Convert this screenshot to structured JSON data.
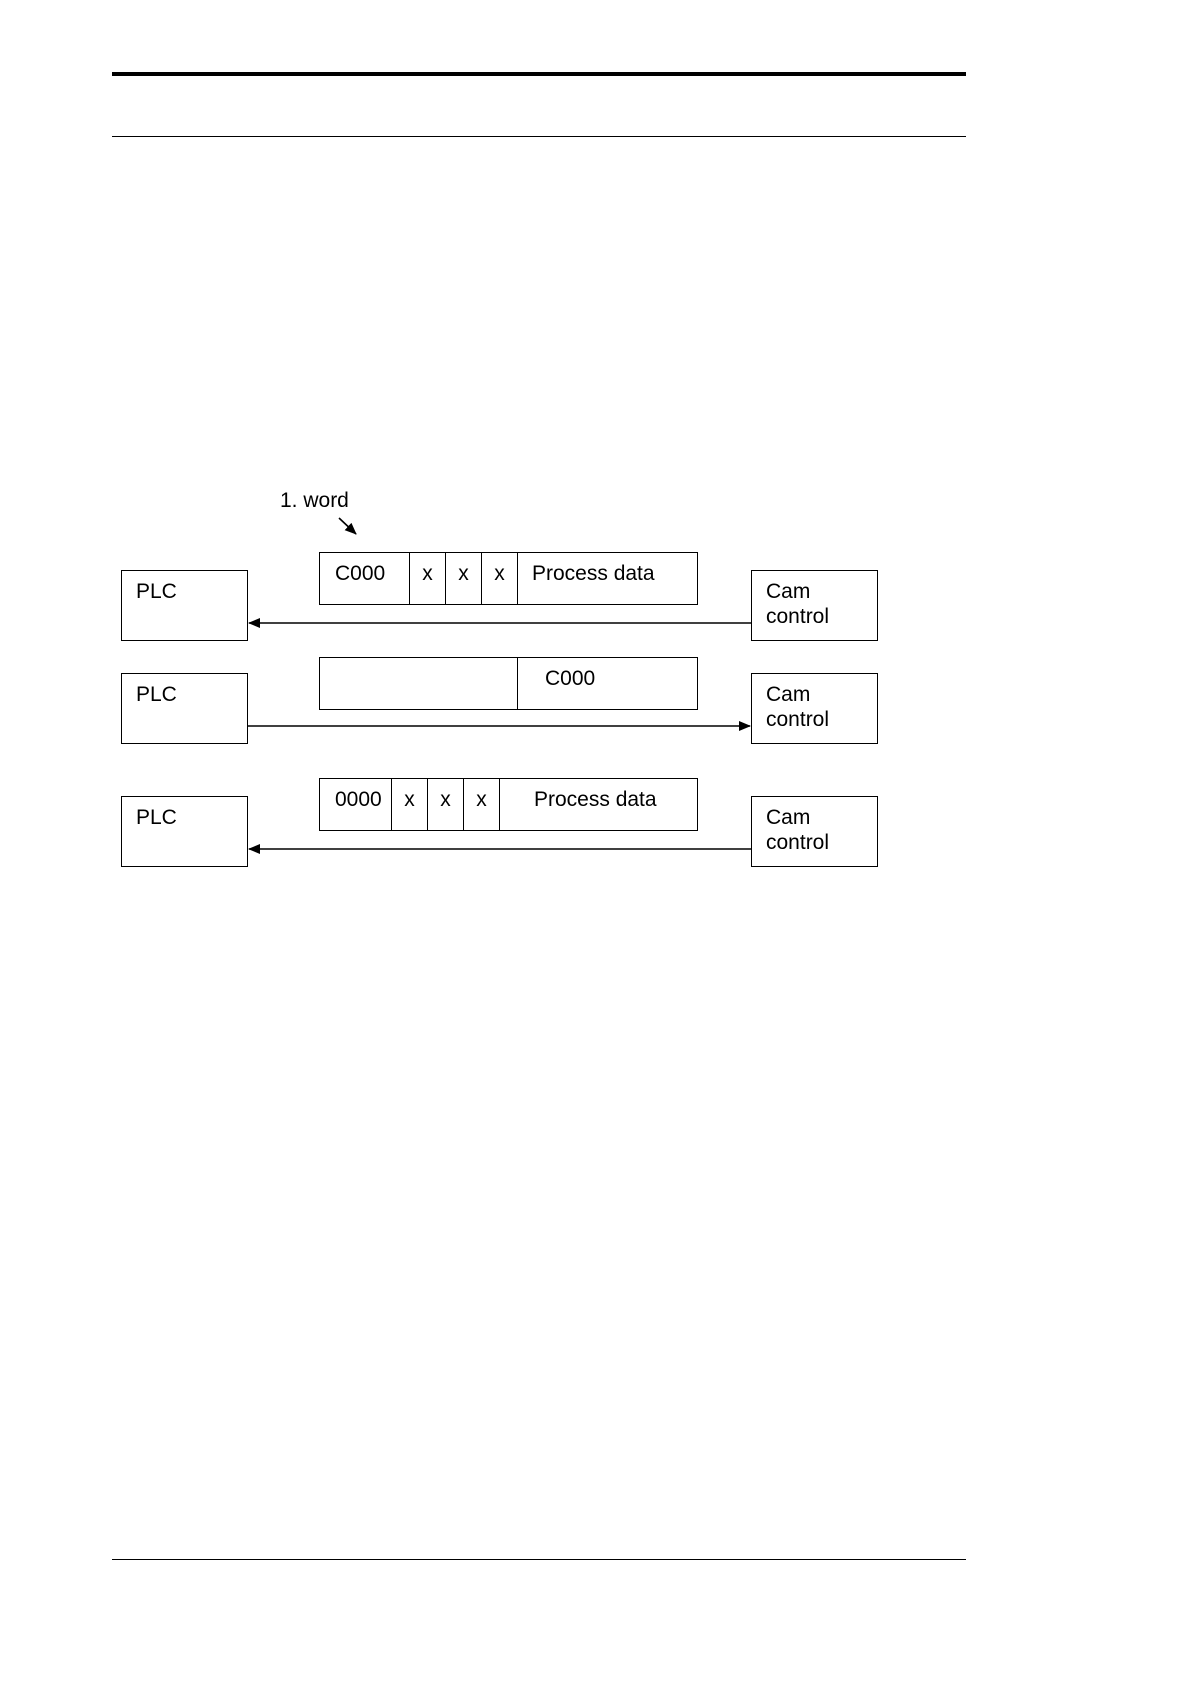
{
  "diagram": {
    "word_label": "1. word",
    "rows": [
      {
        "left": "PLC",
        "right_line1": "Cam",
        "right_line2": "control",
        "direction": "right-to-left",
        "cells": [
          "C000",
          "x",
          "x",
          "x",
          "Process data"
        ]
      },
      {
        "left": "PLC",
        "right_line1": "Cam",
        "right_line2": "control",
        "direction": "left-to-right",
        "cells": [
          "",
          "C000"
        ]
      },
      {
        "left": "PLC",
        "right_line1": "Cam",
        "right_line2": "control",
        "direction": "right-to-left",
        "cells": [
          "0000",
          "x",
          "x",
          "x",
          "Process data"
        ]
      }
    ]
  }
}
